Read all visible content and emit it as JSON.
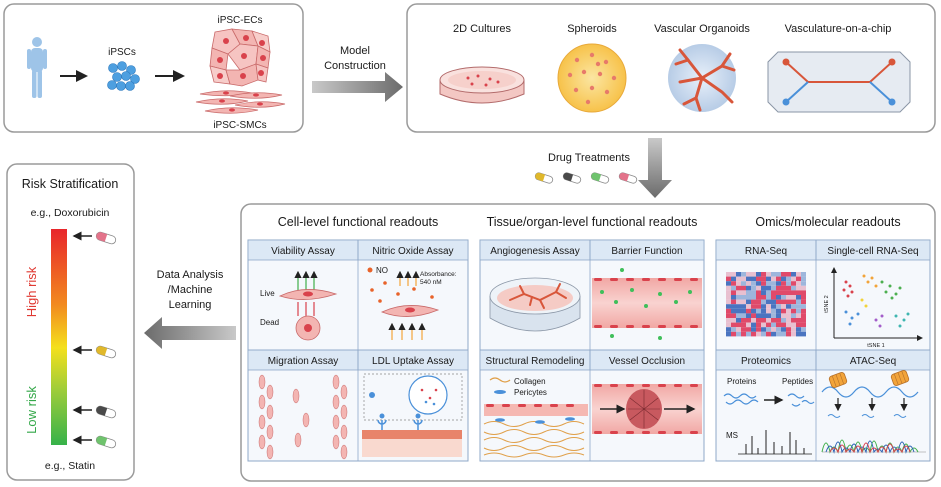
{
  "model_box": {
    "label_ipscs": "iPSCs",
    "label_ecs": "iPSC-ECs",
    "label_smcs": "iPSC-SMCs"
  },
  "arrow_model_construction": {
    "line1": "Model",
    "line2": "Construction"
  },
  "culture_models": {
    "items": [
      "2D Cultures",
      "Spheroids",
      "Vascular Organoids",
      "Vasculature-on-a-chip"
    ]
  },
  "drug_treatments": "Drug Treatments",
  "risk": {
    "title": "Risk Stratification",
    "top_example": "e.g., Doxorubicin",
    "high_label": "High risk",
    "low_label": "Low risk",
    "bottom_example": "e.g., Statin",
    "pill_colors": [
      "#e3738a",
      "#e0b82b",
      "#4a4a4a",
      "#6fc36d"
    ]
  },
  "data_analysis": {
    "line1": "Data Analysis",
    "line2": "/Machine",
    "line3": "Learning"
  },
  "readouts": {
    "cell": {
      "title": "Cell-level functional readouts",
      "panels": {
        "viability": {
          "title": "Viability Assay",
          "live": "Live",
          "dead": "Dead"
        },
        "nitric": {
          "title": "Nitric Oxide Assay",
          "legend": "NO",
          "abs1": "Absorbance:",
          "abs2": "540 nM"
        },
        "migration": {
          "title": "Migration Assay"
        },
        "ldl": {
          "title": "LDL Uptake Assay"
        }
      }
    },
    "tissue": {
      "title": "Tissue/organ-level functional readouts",
      "panels": {
        "angiogenesis": {
          "title": "Angiogenesis Assay"
        },
        "barrier": {
          "title": "Barrier Function"
        },
        "structural": {
          "title": "Structural Remodeling",
          "collagen": "Collagen",
          "pericytes": "Pericytes"
        },
        "occlusion": {
          "title": "Vessel Occlusion"
        }
      }
    },
    "omics": {
      "title": "Omics/molecular readouts",
      "panels": {
        "rnaseq": {
          "title": "RNA-Seq"
        },
        "scrnaseq": {
          "title": "Single-cell RNA-Seq",
          "xlabel": "tSNE 1",
          "ylabel": "tSNE 2"
        },
        "proteomics": {
          "title": "Proteomics",
          "proteins": "Proteins",
          "peptides": "Peptides",
          "ms": "MS"
        },
        "atac": {
          "title": "ATAC-Seq"
        }
      }
    }
  }
}
